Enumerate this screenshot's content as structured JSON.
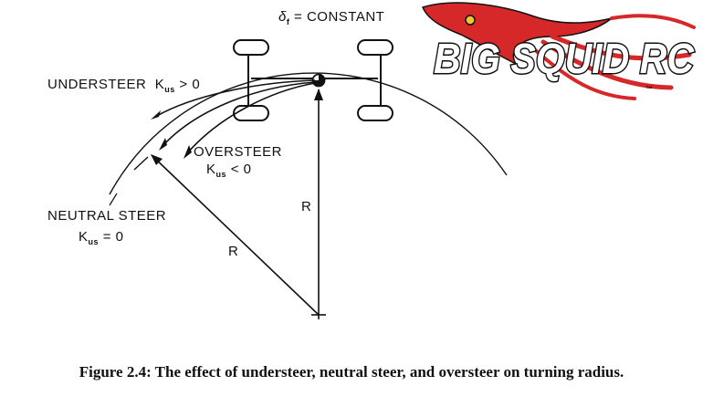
{
  "diagram": {
    "title_label": {
      "symbol": "δ",
      "subscript": "f",
      "rest": " = CONSTANT"
    },
    "understeer": {
      "text": "UNDERSTEER",
      "k": "K",
      "k_sub": "us",
      "relation": " > 0"
    },
    "oversteer": {
      "text": "OVERSTEER",
      "k": "K",
      "k_sub": "us",
      "relation": " < 0"
    },
    "neutral": {
      "text": "NEUTRAL  STEER",
      "k": "K",
      "k_sub": "us",
      "relation": " = 0"
    },
    "radius_vertical": "R",
    "radius_diagonal": "R"
  },
  "caption": "Figure 2.4: The effect of understeer, neutral steer, and oversteer on turning radius.",
  "logo": {
    "text": "BIG SQUID RC",
    "tm": "™",
    "colors": {
      "squid": "#d62828",
      "text": "#ffffff",
      "outline": "#111111"
    }
  }
}
